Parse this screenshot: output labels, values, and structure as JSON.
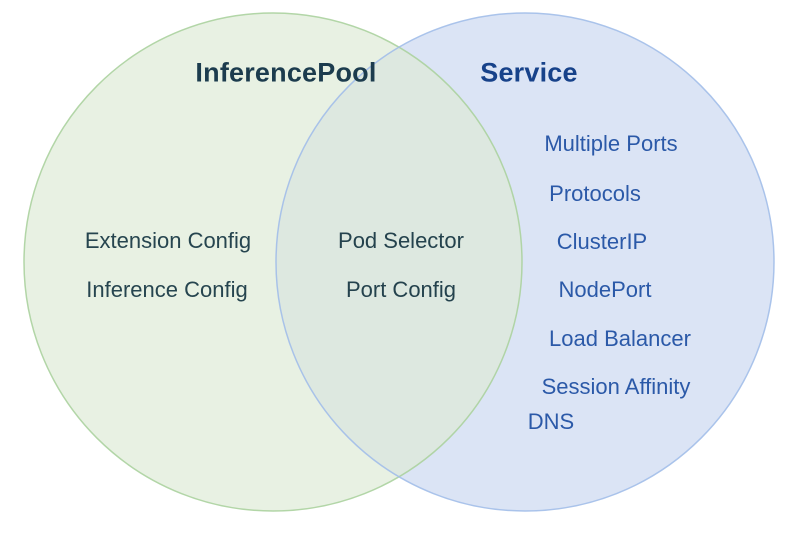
{
  "diagram": {
    "left_circle": {
      "title": "InferencePool",
      "items": [
        "Extension Config",
        "Inference Config"
      ]
    },
    "overlap": {
      "items": [
        "Pod Selector",
        "Port Config"
      ]
    },
    "right_circle": {
      "title": "Service",
      "items": [
        "Multiple Ports",
        "Protocols",
        "ClusterIP",
        "NodePort",
        "Load Balancer",
        "Session Affinity",
        "DNS"
      ]
    },
    "colors": {
      "left_fill": "#e8f1e3",
      "left_stroke": "#abd19f",
      "right_fill": "#dbe4f5",
      "right_stroke": "#a2bee9",
      "overlap_fill": "#dde8e0",
      "left_title_text": "#1c3c4e",
      "left_item_text": "#26454f",
      "right_title_text": "#17428a",
      "right_item_text": "#2b59a8"
    }
  }
}
